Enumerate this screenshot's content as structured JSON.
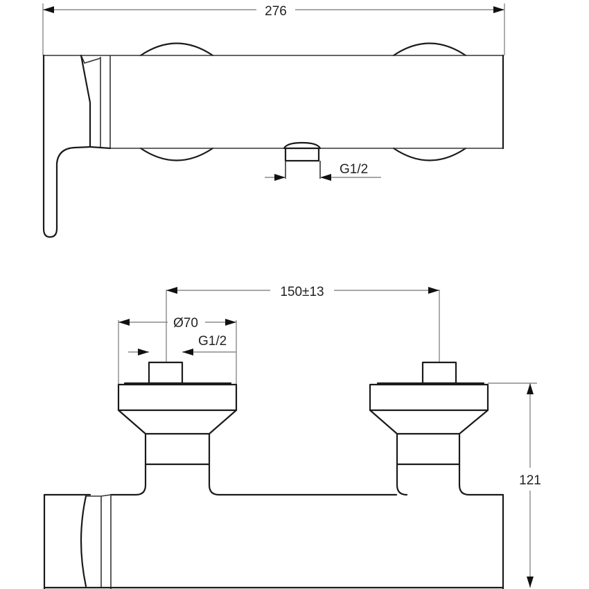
{
  "diagram": {
    "type": "technical drawing - wall-mounted shower mixer",
    "views": [
      {
        "name": "top view",
        "parts": [
          "body",
          "lever handle",
          "two wall connectors",
          "outlet G1/2"
        ]
      },
      {
        "name": "front view",
        "parts": [
          "body",
          "two eccentric connectors with flanges",
          "cartridge end cap"
        ]
      }
    ]
  },
  "dimensions": {
    "overall_length": "276",
    "outlet_thread_top": "G1/2",
    "center_distance": "150±13",
    "flange_diameter": "Ø70",
    "inlet_thread": "G1/2",
    "height": "121"
  }
}
